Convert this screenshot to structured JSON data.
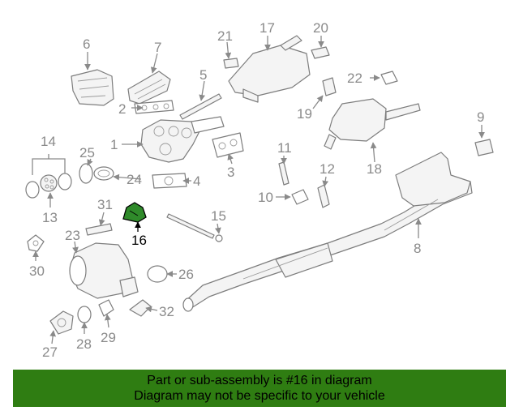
{
  "callouts": [
    "1",
    "2",
    "3",
    "4",
    "5",
    "6",
    "7",
    "8",
    "9",
    "10",
    "11",
    "12",
    "13",
    "14",
    "15",
    "17",
    "18",
    "19",
    "20",
    "21",
    "22",
    "23",
    "24",
    "25",
    "26",
    "27",
    "28",
    "29",
    "30",
    "31",
    "32"
  ],
  "highlighted_callout": "16",
  "highlight_color": "#2f8a2a",
  "banner": {
    "line1": "Part or sub-assembly is #16 in diagram",
    "line2": "Diagram may not be specific to your vehicle",
    "color": "#2f7d12"
  }
}
